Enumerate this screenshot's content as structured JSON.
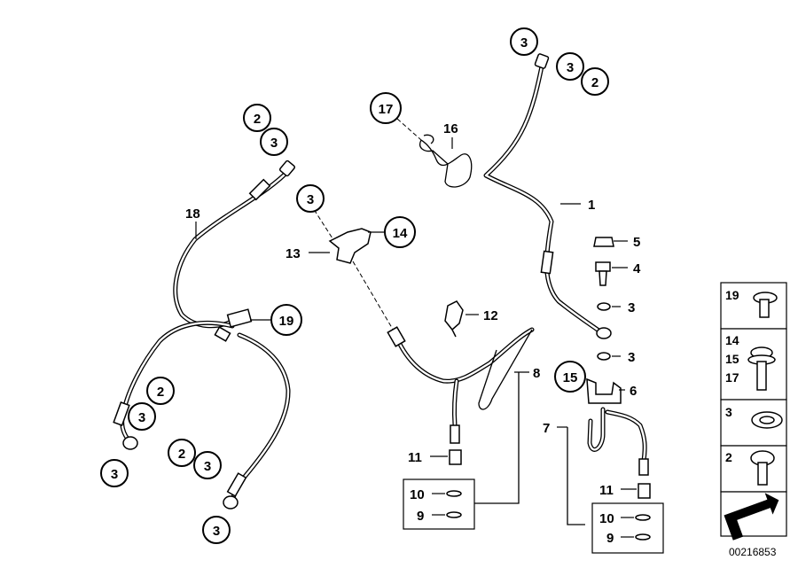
{
  "diagram": {
    "drawing_number": "00216853",
    "callouts": {
      "c3_top": "3",
      "c3_right": "3",
      "c2_right": "2",
      "c17": "17",
      "c2_left": "2",
      "c3_left": "3",
      "c3_mid": "3",
      "c14": "14",
      "c19": "19",
      "c15": "15",
      "c2_bl": "2",
      "c3_bl": "3",
      "c3_bl2": "3",
      "c2_b": "2",
      "c3_b": "3",
      "c3_b2": "3"
    },
    "labels": {
      "l1": "1",
      "l5": "5",
      "l4": "4",
      "l3a": "3",
      "l3b": "3",
      "l6": "6",
      "l16": "16",
      "l18": "18",
      "l13": "13",
      "l12": "12",
      "l8": "8",
      "l7": "7",
      "l11a": "11",
      "l10a": "10",
      "l9a": "9",
      "l11b": "11",
      "l10b": "10",
      "l9b": "9"
    },
    "legend": {
      "r1": "19",
      "r2a": "14",
      "r2b": "15",
      "r2c": "17",
      "r3": "3",
      "r4": "2"
    }
  }
}
